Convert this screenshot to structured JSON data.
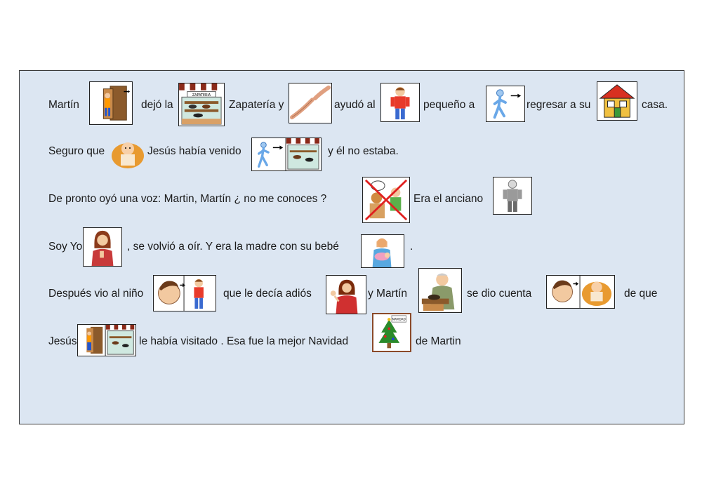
{
  "lines": [
    [
      "Martín",
      "dejó la",
      "Zapatería y",
      "ayudó al",
      "pequeño a",
      "regresar a su",
      "casa."
    ],
    [
      "Seguro que",
      "Jesús había venido",
      "y él no estaba."
    ],
    [
      "De pronto oyó una voz:  Martin, Martín ¿ no me conoces ?",
      "Era el anciano"
    ],
    [
      "Soy Yo",
      ", se volvió a oír. Y era la madre con su bebé",
      "."
    ],
    [
      "Después vio al niño",
      "que le decía adiós",
      "y Martín",
      "se dio cuenta",
      "de que"
    ],
    [
      "Jesús",
      "le había visitado . Esa fue la mejor Navidad",
      "de Martin"
    ]
  ],
  "pictograms": {
    "zapateria_sign": "ZAPATERIA",
    "navidad_sign": "NAVIDAD",
    "icons": [
      "door-icon",
      "shoe-shop-icon",
      "helping-hands-icon",
      "boy-icon",
      "walk-icon",
      "house-icon",
      "baby-icon",
      "walk-to-shop-icon",
      "no-recognize-icon",
      "old-man-icon",
      "woman-me-icon",
      "mother-baby-icon",
      "boy-face-icon",
      "woman-waving-icon",
      "shoemaker-icon",
      "realize-baby-icon",
      "door-shop-icon",
      "christmas-tree-icon"
    ]
  }
}
